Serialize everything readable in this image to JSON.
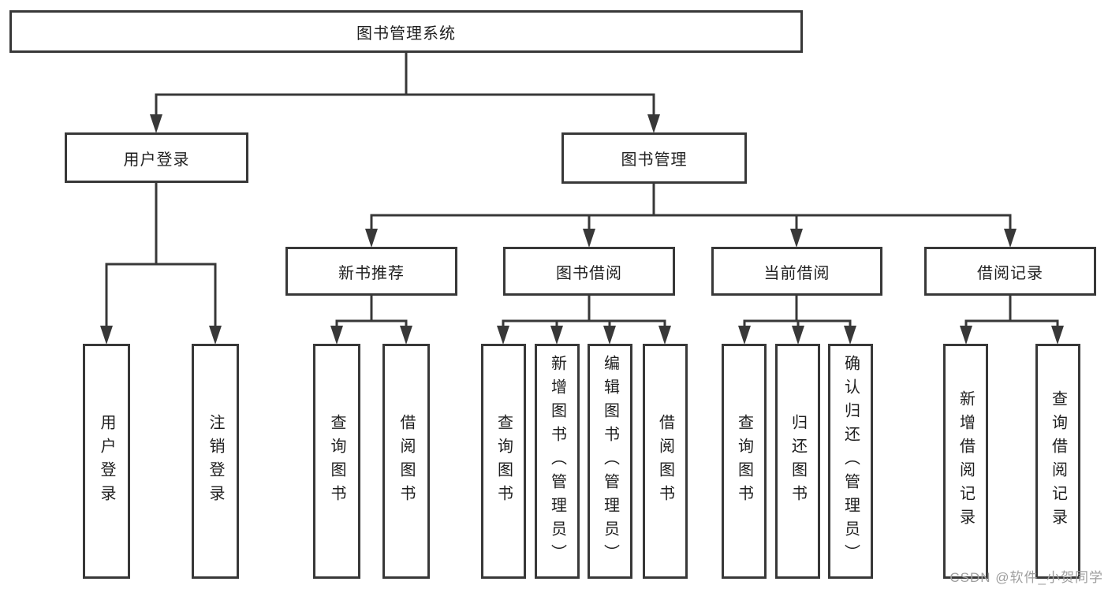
{
  "diagram": {
    "title": "图书管理系统",
    "branches": [
      {
        "label": "用户登录",
        "children": [
          "用户登录",
          "注销登录"
        ]
      },
      {
        "label": "图书管理",
        "sections": [
          {
            "label": "新书推荐",
            "children": [
              "查询图书",
              "借阅图书"
            ]
          },
          {
            "label": "图书借阅",
            "children": [
              "查询图书",
              "新增图书（管理员）",
              "编辑图书（管理员）",
              "借阅图书"
            ]
          },
          {
            "label": "当前借阅",
            "children": [
              "查询图书",
              "归还图书",
              "确认归还（管理员）"
            ]
          },
          {
            "label": "借阅记录",
            "children": [
              "新增借阅记录",
              "查询借阅记录"
            ]
          }
        ]
      }
    ]
  },
  "watermark": "CSDN @软件_小贺同学",
  "colors": {
    "line": "#383838",
    "box_border": "#383838",
    "box_fill": "#ffffff",
    "text": "#1f1f1f",
    "background": "#ffffff",
    "watermark": "#9e9e9e"
  }
}
